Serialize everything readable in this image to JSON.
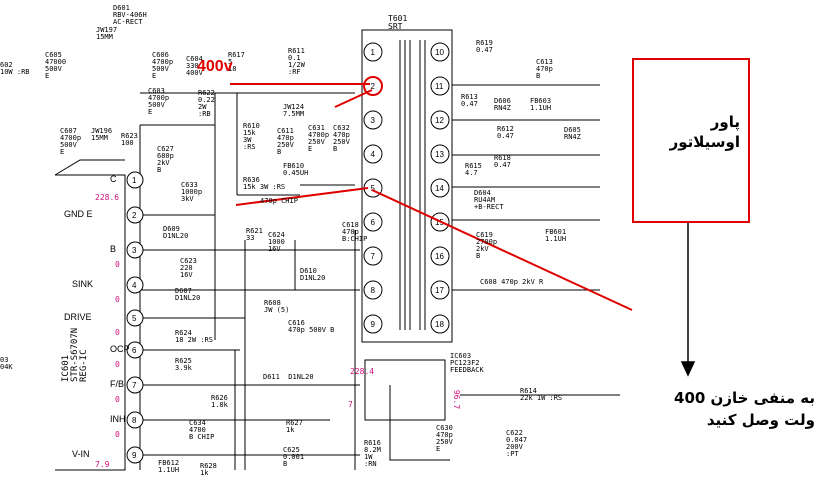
{
  "t601": {
    "ref": "T601",
    "type": "SRT",
    "pins": [
      "1",
      "2",
      "3",
      "4",
      "5",
      "6",
      "7",
      "8",
      "9",
      "10",
      "11",
      "12",
      "13",
      "14",
      "15",
      "16",
      "17",
      "18"
    ]
  },
  "parts": [
    {
      "id": "d601",
      "text": "D601\nRBV-406H\nAC-RECT"
    },
    {
      "id": "jw197",
      "text": "JW197\n15MM"
    },
    {
      "id": "c605",
      "text": "C605\n47000\n500V\nE"
    },
    {
      "id": "r602",
      "text": "602\n10W :RB"
    },
    {
      "id": "c606",
      "text": "C606\n4700p\n500V\nE"
    },
    {
      "id": "c603",
      "text": "C603\n4700p\n500V\nE"
    },
    {
      "id": "c604",
      "text": "C604\n330\n400V"
    },
    {
      "id": "r617",
      "text": "R617\n5\n18"
    },
    {
      "id": "r622",
      "text": "R622\n0.22\n2W\n:RB"
    },
    {
      "id": "r611",
      "text": "R611\n0.1\n1/2W\n:RF"
    },
    {
      "id": "jw124",
      "text": "JW124\n7.5MM"
    },
    {
      "id": "r610",
      "text": "R610\n15k\n3W\n:RS"
    },
    {
      "id": "c611",
      "text": "C611\n470p\n250V\nB"
    },
    {
      "id": "c631",
      "text": "C631\n4700p\n250V\nE"
    },
    {
      "id": "c632",
      "text": "C632\n470p\n250V\nB"
    },
    {
      "id": "fb610",
      "text": "FB610\n0.45UH"
    },
    {
      "id": "r636",
      "text": "R636\n15k 3W :RS"
    },
    {
      "id": "c607",
      "text": "C607\n4700p\n500V\nE"
    },
    {
      "id": "jw196",
      "text": "JW196\n15MM"
    },
    {
      "id": "r623",
      "text": "R623\n100"
    },
    {
      "id": "c627",
      "text": "C627\n680p\n2kV\nB"
    },
    {
      "id": "c633",
      "text": "C633\n1000p\n3kV"
    },
    {
      "id": "c635",
      "text": "470p CHIP"
    },
    {
      "id": "d609",
      "text": "D609\nD1NL20"
    },
    {
      "id": "c623",
      "text": "C623\n220\n16V"
    },
    {
      "id": "r621",
      "text": "R621\n33"
    },
    {
      "id": "c624",
      "text": "C624\n1000\n16V"
    },
    {
      "id": "d607",
      "text": "D607\nD1NL20"
    },
    {
      "id": "d610",
      "text": "D610\nD1NL20"
    },
    {
      "id": "r608",
      "text": "R608\nJW (5)"
    },
    {
      "id": "r624",
      "text": "R624\n18 2W :RS"
    },
    {
      "id": "c616",
      "text": "C616\n470p 500V B"
    },
    {
      "id": "r625",
      "text": "R625\n3.9k"
    },
    {
      "id": "d611",
      "text": "D611  D1NL20"
    },
    {
      "id": "r626",
      "text": "R626\n1.8k"
    },
    {
      "id": "r627",
      "text": "R627\n1k"
    },
    {
      "id": "c634",
      "text": "C634\n4700\nB CHIP"
    },
    {
      "id": "c625",
      "text": "C625\n0.001\nB"
    },
    {
      "id": "fb612",
      "text": "FB612\n1.1UH"
    },
    {
      "id": "r628",
      "text": "R628\n1k"
    },
    {
      "id": "c618",
      "text": "C618\n470p\nB:CHIP"
    },
    {
      "id": "r619",
      "text": "R619\n0.47"
    },
    {
      "id": "c613",
      "text": "C613\n470p\nB"
    },
    {
      "id": "r613",
      "text": "R613\n0.47"
    },
    {
      "id": "d606",
      "text": "D606\nRN4Z"
    },
    {
      "id": "fb603",
      "text": "FB603\n1.1UH"
    },
    {
      "id": "r612",
      "text": "R612\n0.47"
    },
    {
      "id": "d605",
      "text": "D605\nRN4Z"
    },
    {
      "id": "r618",
      "text": "R618\n0.47"
    },
    {
      "id": "r615",
      "text": "R615\n4.7"
    },
    {
      "id": "d604",
      "text": "D604\nRU4AM\n+B-RECT"
    },
    {
      "id": "c619",
      "text": "C619\n2700p\n2kV\nB"
    },
    {
      "id": "fb601",
      "text": "FB601\n1.1UH"
    },
    {
      "id": "c608",
      "text": "C608 470p 2kV R"
    },
    {
      "id": "ic603",
      "text": "IC603\nPC123F2\nFEEDBACK"
    },
    {
      "id": "r614",
      "text": "R614\n22k 1W :RS"
    },
    {
      "id": "c622",
      "text": "C622\n0.047\n200V\n:PT"
    },
    {
      "id": "r616",
      "text": "R616\n8.2M\n1W\n:RN"
    },
    {
      "id": "c630",
      "text": "C630\n470p\n250V\nE"
    },
    {
      "id": "ic601",
      "text": "IC601\nSTR-S6707N\nREG-IC"
    },
    {
      "id": "edge1",
      "text": "03\n04K"
    }
  ],
  "ic601_pins": [
    {
      "name": "C",
      "num": "1"
    },
    {
      "name": "GND E",
      "num": "2"
    },
    {
      "name": "B",
      "num": "3"
    },
    {
      "name": "SINK",
      "num": "4"
    },
    {
      "name": "DRIVE",
      "num": "5"
    },
    {
      "name": "OCP",
      "num": "6"
    },
    {
      "name": "F/B",
      "num": "7"
    },
    {
      "name": "INH",
      "num": "8"
    },
    {
      "name": "V-IN",
      "num": "9"
    }
  ],
  "voltages": {
    "c": "228.6",
    "b": "0",
    "sink": "0",
    "drive": "0",
    "ocp": "0",
    "fb": "0",
    "inh": "0",
    "vin": "7.9",
    "ic603_left": "228.4",
    "ic603_bot": "7",
    "ic603_right": "96.7"
  },
  "annotations": {
    "voltage_label": "400v",
    "box_text": "پاور\nاوسیلاتور",
    "note_text": "به منفی خازن 400\nولت وصل کنید",
    "accent": "#e00000",
    "voltage_color": "#d0107a"
  }
}
